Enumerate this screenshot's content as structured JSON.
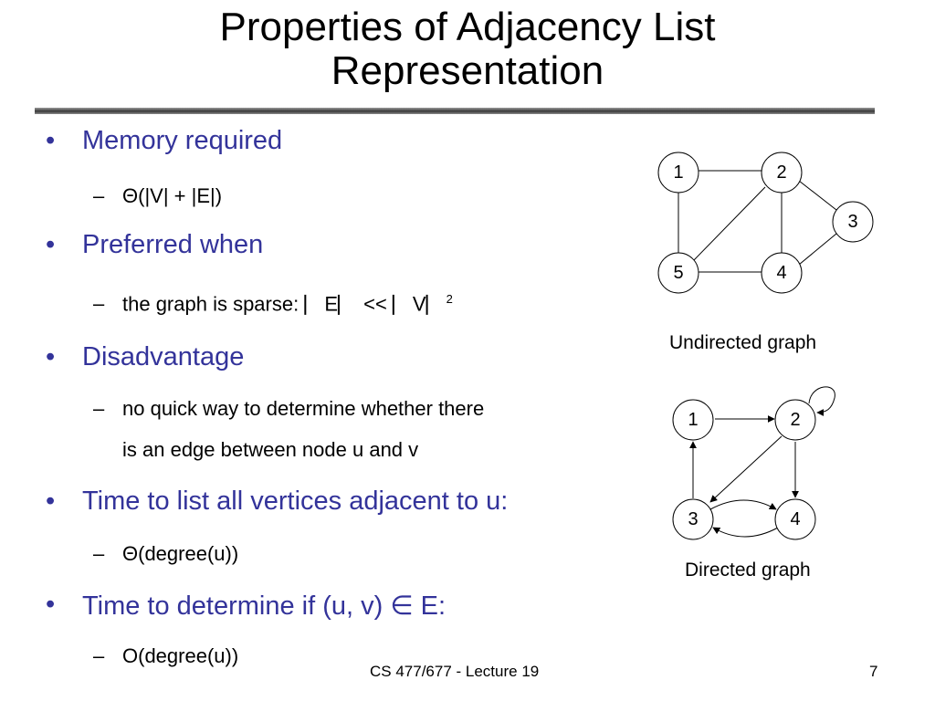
{
  "slide": {
    "title_line1": "Properties of Adjacency List",
    "title_line2": "Representation",
    "bullet_glyph": "•",
    "dash_glyph": "–"
  },
  "content": {
    "b1": "Memory required",
    "b1_s1": "Θ(|V| + |E|)",
    "b2": "Preferred when",
    "b2_s1_pre": "the graph is sparse: ⎸E⎸ << ⎸V⎸",
    "b2_s1_sup": "2",
    "b3": "Disadvantage",
    "b3_s1_line1": "no quick way to determine whether there",
    "b3_s1_line2": "is an edge between node u and v",
    "b4": "Time to list all vertices adjacent to u:",
    "b4_s1": "Θ(degree(u))",
    "b5": "Time to determine if (u, v) ∈ E:",
    "b5_s1": "O(degree(u))"
  },
  "undirected_graph": {
    "caption": "Undirected graph",
    "nodes": [
      "1",
      "2",
      "3",
      "4",
      "5"
    ]
  },
  "directed_graph": {
    "caption": "Directed graph",
    "nodes": [
      "1",
      "2",
      "3",
      "4"
    ]
  },
  "footer": {
    "course": "CS 477/677 - Lecture 19",
    "page": "7"
  }
}
